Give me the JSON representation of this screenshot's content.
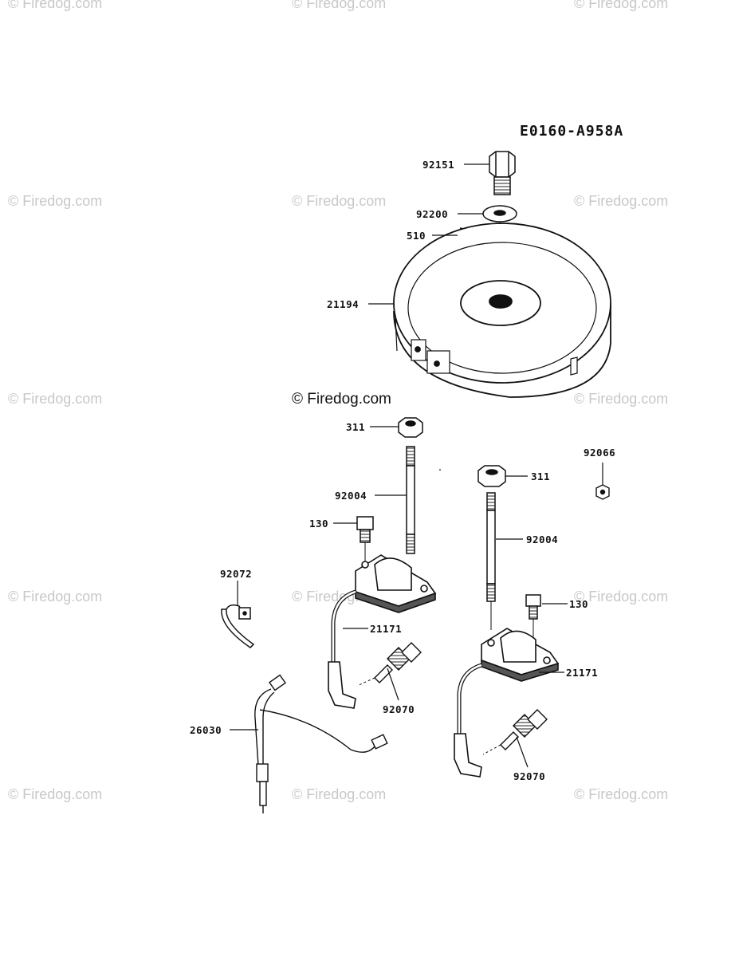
{
  "diagram_code": "E0160-A958A",
  "watermark_text": "© Firedog.com",
  "center_watermark_text": "© Firedog.com",
  "part_labels": {
    "p92151": "92151",
    "p92200": "92200",
    "p510": "510",
    "p21194": "21194",
    "p311a": "311",
    "p311b": "311",
    "p92066": "92066",
    "p92004a": "92004",
    "p92004b": "92004",
    "p130a": "130",
    "p130b": "130",
    "p92072": "92072",
    "p21171a": "21171",
    "p21171b": "21171",
    "p92070a": "92070",
    "p92070b": "92070",
    "p26030": "26030"
  }
}
